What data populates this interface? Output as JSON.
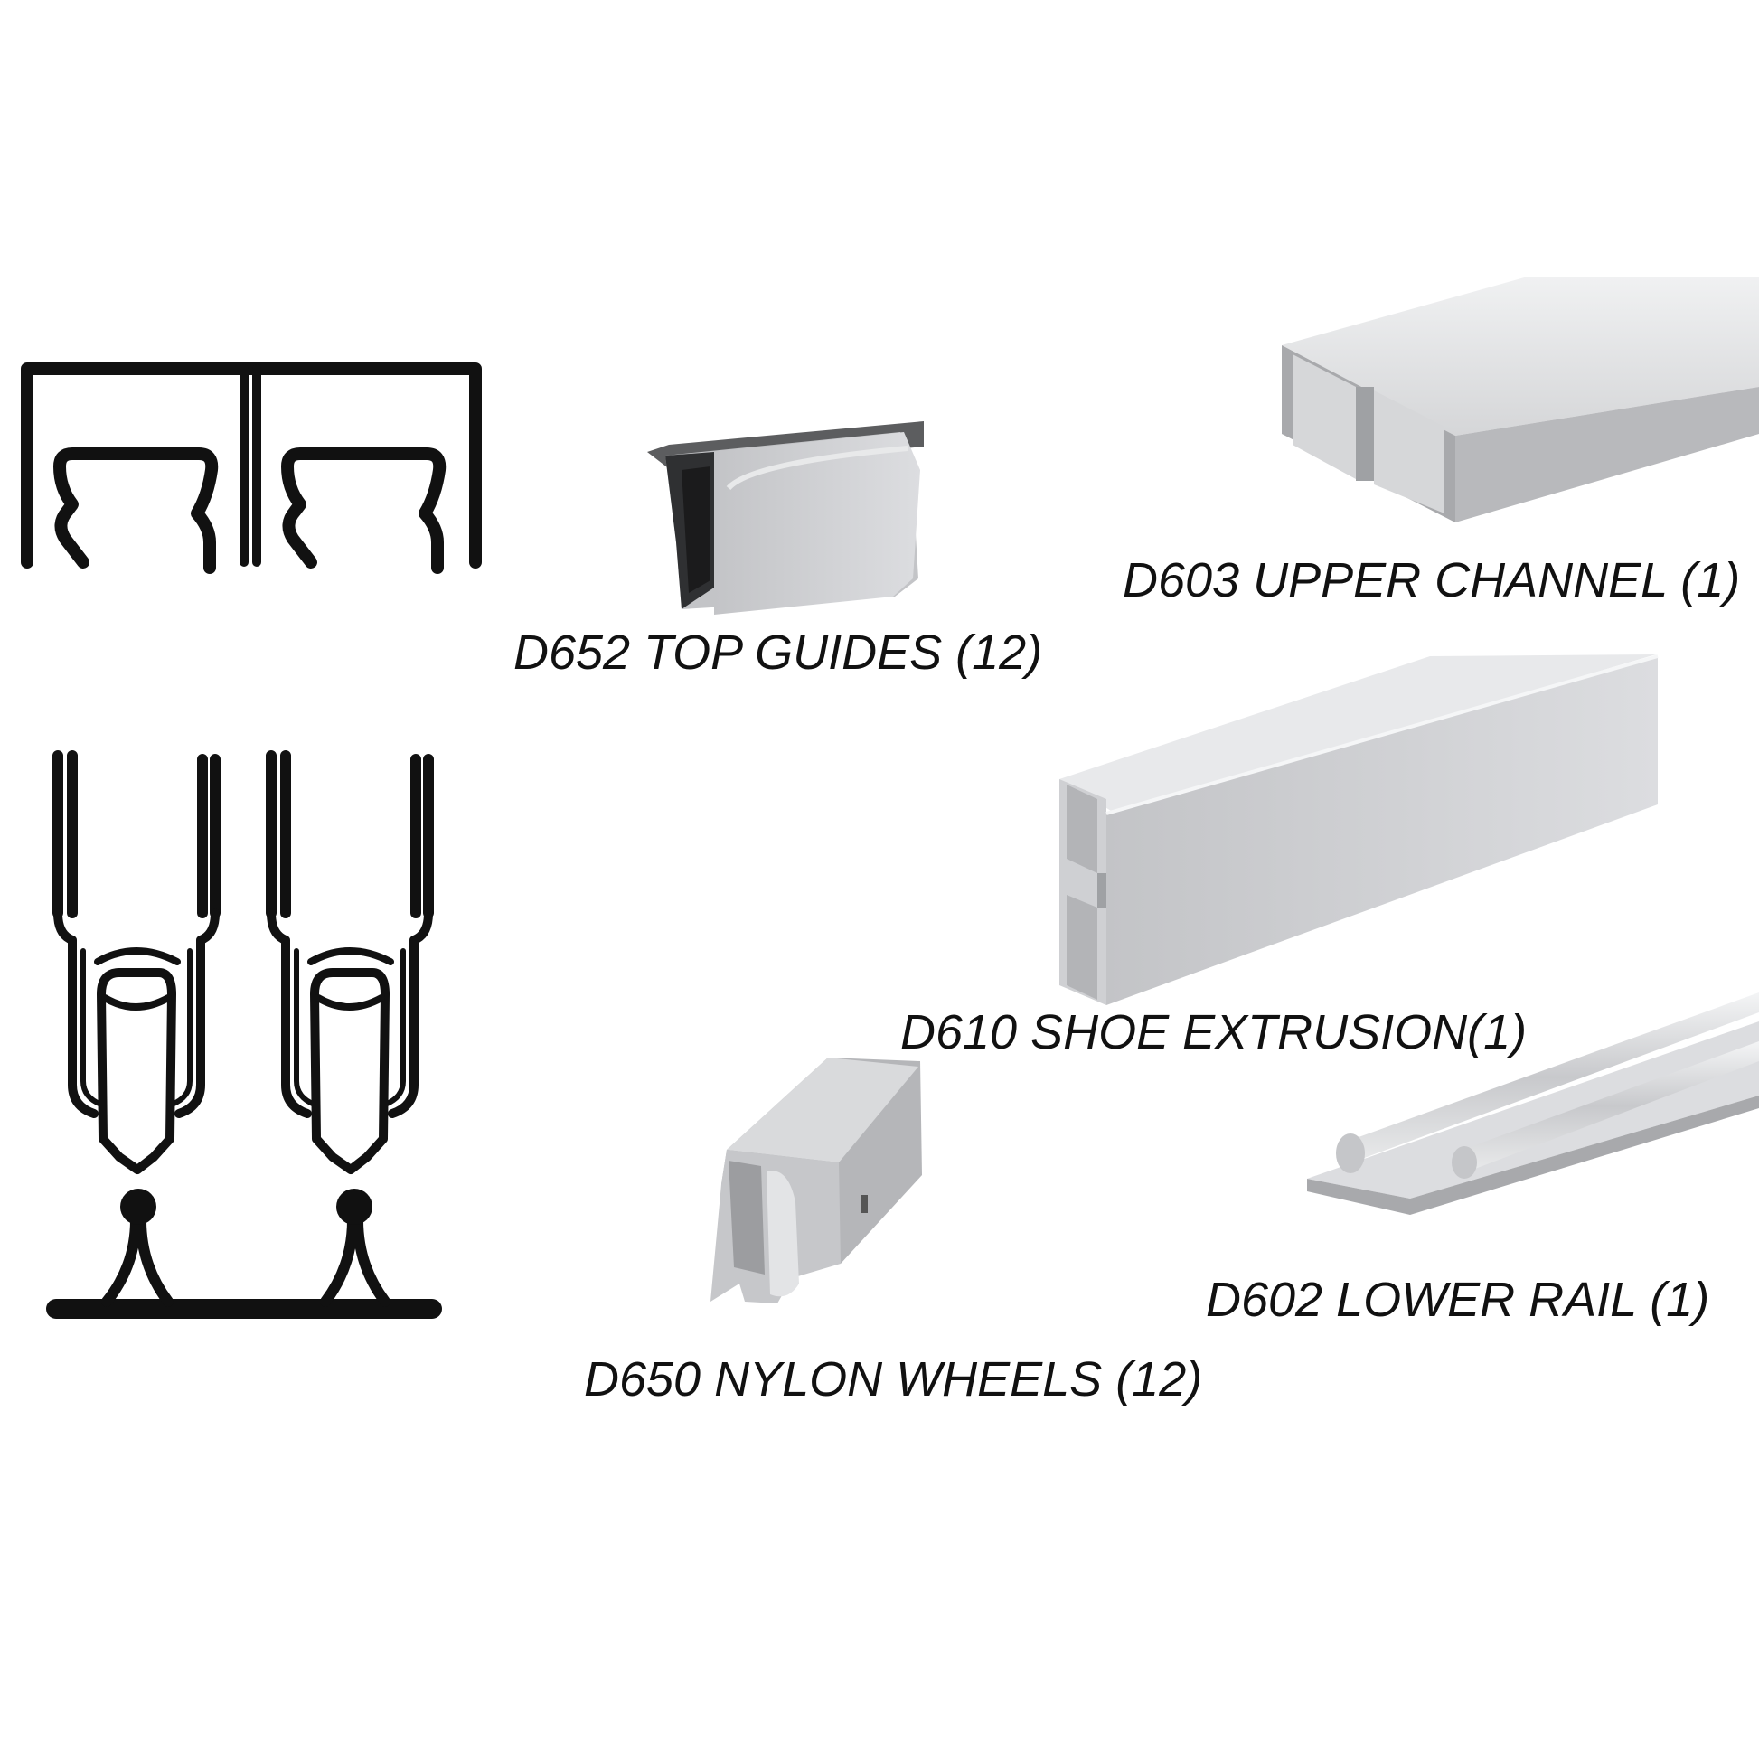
{
  "colors": {
    "ink": "#111111",
    "aluminum_light": "#e6e7e9",
    "aluminum_mid": "#c9cacd",
    "aluminum_dark": "#9fa1a4",
    "nylon_grey": "#b9babd",
    "shadow": "#4a4a4a"
  },
  "parts": [
    {
      "icon": "top-guide-icon",
      "label": "D652 TOP GUIDES (12)"
    },
    {
      "icon": "upper-channel-icon",
      "label": "D603 UPPER CHANNEL (1)"
    },
    {
      "icon": "shoe-extrusion-icon",
      "label": "D610 SHOE EXTRUSION(1)"
    },
    {
      "icon": "lower-rail-icon",
      "label": "D602 LOWER RAIL (1)"
    },
    {
      "icon": "nylon-wheel-icon",
      "label": "D650 NYLON WHEELS (12)"
    }
  ],
  "diagrams": {
    "top": "upper-channel-profile-icon",
    "bottom": "lower-rail-profile-icon"
  }
}
